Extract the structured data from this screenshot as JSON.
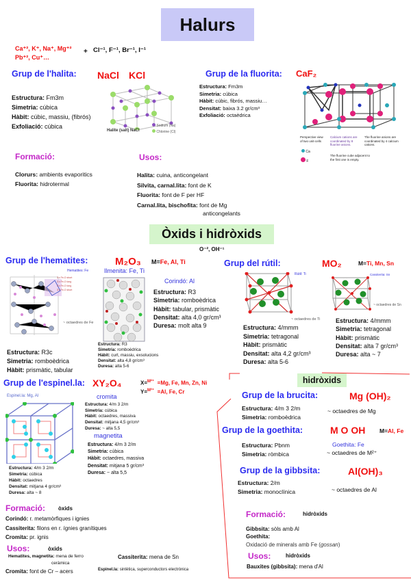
{
  "halurs": {
    "title": "Halurs",
    "cations_line1": "Ca⁺², K⁺, Na⁺, Mg⁺²",
    "cations_line2": "Pb⁺², Cu⁺…",
    "plus": "+",
    "anions": "Cl⁻¹, F⁻¹, Br⁻¹, I⁻¹",
    "halita": {
      "heading": "Grup de l'halita:",
      "formulas": [
        "NaCl",
        "KCl"
      ],
      "image_caption": "Halite (salt) NaCl",
      "legend": [
        "Sodium (Na)",
        "Chlorine (Cl)"
      ],
      "props": [
        {
          "label": "Estructura:",
          "value": "Fm3m"
        },
        {
          "label": "Simetria:",
          "value": "cúbica"
        },
        {
          "label": "Hàbit:",
          "value": "cúbic, massiu, (fibrós)"
        },
        {
          "label": "Exfoliació:",
          "value": "cúbica"
        }
      ]
    },
    "fluorita": {
      "heading": "Grup de la fluorita:",
      "formula": "CaF₂",
      "props": [
        {
          "label": "Estructura:",
          "value": "Fm3m"
        },
        {
          "label": "Simetria:",
          "value": "cúbica"
        },
        {
          "label": "Hàbit:",
          "value": "cúbic, fibrós, massiu…"
        },
        {
          "label": "Densitat:",
          "value": "baixa 3.2 gr/cm³"
        },
        {
          "label": "Exfoliació:",
          "value": "octaèdrica"
        }
      ],
      "captions": {
        "perspective": "Perspective view of two unit-cells",
        "calcium": "Calcium cations are coordinated by 8 fluorine anions.",
        "fluorine": "The fluorine anions are coordinated by 4 calcium cations.",
        "empty": "The fluorine cube adjacent to the first one is empty.",
        "legend_ca": "Ca",
        "legend_f": "F"
      }
    },
    "formacio": {
      "heading": "Formació:",
      "items": [
        {
          "label": "Clorurs:",
          "value": "ambients evaporitics"
        },
        {
          "label": "Fluorita:",
          "value": "hidrotermal"
        }
      ]
    },
    "usos": {
      "heading": "Usos:",
      "items": [
        {
          "label": "Halita:",
          "value": "cuina, anticongelant"
        },
        {
          "label": "Silvita,  carnal.lita:",
          "value": "font de K"
        },
        {
          "label": "Fluorita:",
          "value": "font de F per HF"
        },
        {
          "label": "Carnal.lita,  bischofita:",
          "value": "font de Mg"
        }
      ],
      "continuation": "anticongelants"
    }
  },
  "oxids": {
    "title": "Òxids i hidròxids",
    "anions": "O⁻², OH⁻¹",
    "hematites": {
      "heading": "Grup de l'hematites:",
      "formula": "M₂O₃",
      "metals_label": "M=",
      "metals": "Fe, Al, Ti",
      "image_label": "Hematites: Fe",
      "bond_labels": [
        "3 x Fe-O short",
        "3 x Fe-O long",
        "3 x Fe-O long",
        "3 x Fe-O short"
      ],
      "octaedres": "~ octaedres de Fe",
      "props": [
        {
          "label": "Estructura:",
          "value": "R3c"
        },
        {
          "label": "Simetria:",
          "value": "romboèdrica"
        },
        {
          "label": "Hàbit:",
          "value": "prismàtic, tabular"
        }
      ]
    },
    "ilmenita": {
      "label": "Ilmenita: Fe, Ti",
      "props": [
        {
          "label": "Estructura:",
          "value": "R3"
        },
        {
          "label": "Simetria:",
          "value": "romboèdrica"
        },
        {
          "label": "Hàbit:",
          "value": "curt, massiu, exsolucions"
        },
        {
          "label": "Densitat:",
          "value": "alta 4,8 gr/cm³"
        },
        {
          "label": "Duresa:",
          "value": "alta 5-6"
        }
      ]
    },
    "corindo": {
      "label": "Corindó: Al",
      "props": [
        {
          "label": "Estructura:",
          "value": "R3"
        },
        {
          "label": "Simetria:",
          "value": "romboèdrica"
        },
        {
          "label": "Hàbit:",
          "value": "tabular, prismàtic"
        },
        {
          "label": "Densitat:",
          "value": "alta 4,0 gr/cm³"
        },
        {
          "label": "Duresa:",
          "value": "molt alta 9"
        }
      ]
    },
    "rutil": {
      "heading": "Grup del rútil:",
      "formula": "MO₂",
      "metals_label": "M=",
      "metals": "Ti, Mn, Sn",
      "image_label": "Rútil: Ti",
      "octaedres": "~ octaedres de Ti",
      "props": [
        {
          "label": "Estructura:",
          "value": "4/mmm"
        },
        {
          "label": "Simetria:",
          "value": "tetragonal"
        },
        {
          "label": "Hàbit:",
          "value": "prismàtic"
        },
        {
          "label": "Densitat:",
          "value": "alta 4,2 gr/cm³"
        },
        {
          "label": "Duresa:",
          "value": "alta 5-6"
        }
      ]
    },
    "cassiterita": {
      "image_label": "Cassiterita: Sn",
      "octaedres": "~ octaedres de Sn",
      "props": [
        {
          "label": "Estructura:",
          "value": "4/mmm"
        },
        {
          "label": "Simetria:",
          "value": "tetragonal"
        },
        {
          "label": "Hàbit:",
          "value": "prismàtic"
        },
        {
          "label": "Densitat:",
          "value": "alta 7 gr/cm³"
        },
        {
          "label": "Duresa:",
          "value": "alta ~ 7"
        }
      ]
    },
    "espinella": {
      "heading": "Grup de l'espinel.la:",
      "formula": "XY₂O₄",
      "x_label": "X=",
      "x_charge": "M²⁺",
      "x_values": "=Mg, Fe, Mn, Zn, Ni",
      "y_label": "Y=",
      "y_charge": "M³⁺",
      "y_values": "=Al, Fe, Cr",
      "image_label": "Espinel.la: Mg, Al",
      "props": [
        {
          "label": "Estructura:",
          "value": "4/m 3 2/m"
        },
        {
          "label": "Simetria:",
          "value": "cúbica"
        },
        {
          "label": "Hàbit:",
          "value": "octaedres"
        },
        {
          "label": "Densitat:",
          "value": "mitjana 4 gr/cm³"
        },
        {
          "label": "Duresa:",
          "value": "alta ~ 8"
        }
      ]
    },
    "cromita": {
      "label": "cromita",
      "props": [
        {
          "label": "Estructura:",
          "value": "4/m 3 2/m"
        },
        {
          "label": "Simetria:",
          "value": "cúbica"
        },
        {
          "label": "Hàbit:",
          "value": "octaedres, massiva"
        },
        {
          "label": "Densitat:",
          "value": "mitjana 4,5 gr/cm³"
        },
        {
          "label": "Duresa:",
          "value": "~ alta 5,5"
        }
      ]
    },
    "magnetita": {
      "label": "magnetita",
      "props": [
        {
          "label": "Estructura:",
          "value": "4/m 3 2/m"
        },
        {
          "label": "Simetria:",
          "value": "cúbica"
        },
        {
          "label": "Hàbit:",
          "value": "octaedres, massiva"
        },
        {
          "label": "Densitat:",
          "value": "mitjana 5 gr/cm³"
        },
        {
          "label": "Duresa:",
          "value": "~ alta 5,5"
        }
      ]
    },
    "formacio": {
      "heading": "Formació:",
      "subheading": "òxids",
      "items": [
        {
          "label": "Corindó:",
          "value": "r. metamòrfiques i ignies"
        },
        {
          "label": "Cassiterita:",
          "value": "filons en r. ígnies granítiques"
        },
        {
          "label": "Cromita:",
          "value": "pr. ignis"
        }
      ]
    },
    "usos": {
      "heading": "Usos:",
      "subheading": "òxids",
      "hematites": {
        "label": "Hematites, magnetita:",
        "value": "mena de ferro",
        "extra": "ceràmica"
      },
      "cassiterita": {
        "label": "Cassiterita:",
        "value": "mena de Sn"
      },
      "cromita": {
        "label": "Cromita:",
        "value": "font de Cr – acers"
      },
      "espinella": {
        "label": "Espinel.la:",
        "value": "sintètica, superconductors electrònica"
      }
    }
  },
  "hidroxids": {
    "title": "hidròxids",
    "brucita": {
      "heading": "Grup de la brucita:",
      "formula": "Mg (OH)₂",
      "octaedres": "~ octaedres de Mg",
      "props": [
        {
          "label": "Estructura:",
          "value": "4/m 3 2/m"
        },
        {
          "label": "Simetria:",
          "value": "romboèdrica"
        }
      ]
    },
    "goethita": {
      "heading": "Grup de la goethita:",
      "formula": "M O OH",
      "metals_label": "M=",
      "metals": "Al, Fe",
      "label": "Goethita: Fe",
      "octaedres": "~ octaedres de M²⁺",
      "props": [
        {
          "label": "Estructura:",
          "value": "Pbnm"
        },
        {
          "label": "Simetria:",
          "value": "ròmbica"
        }
      ]
    },
    "gibbsita": {
      "heading": "Grup de la gibbsita:",
      "formula": "Al(OH)₃",
      "octaedres": "~ octaedres de Al",
      "props": [
        {
          "label": "Estructura:",
          "value": "2/m"
        },
        {
          "label": "Simetria:",
          "value": "monoclínica"
        }
      ]
    },
    "formacio": {
      "heading": "Formació:",
      "subheading": "hidròxids",
      "items": [
        {
          "label": "Gibbsita:",
          "value": " sòls amb Al"
        },
        {
          "label": "Goethita:",
          "value": ""
        }
      ],
      "oxidacio": "Oxidació de minerals amb Fe (",
      "gossan": "gossan",
      "close": ")"
    },
    "usos": {
      "heading": "Usos:",
      "subheading": "hidròxids",
      "items": [
        {
          "label": "Bauxites (gibbsita):",
          "value": "mena d'Al"
        }
      ]
    }
  },
  "colors": {
    "heading_blue": "#2b2bf0",
    "formula_red": "#f01010",
    "section_magenta": "#c428c8",
    "title_box": "#c9c9f7",
    "oxids_box": "#d5f5cc"
  }
}
